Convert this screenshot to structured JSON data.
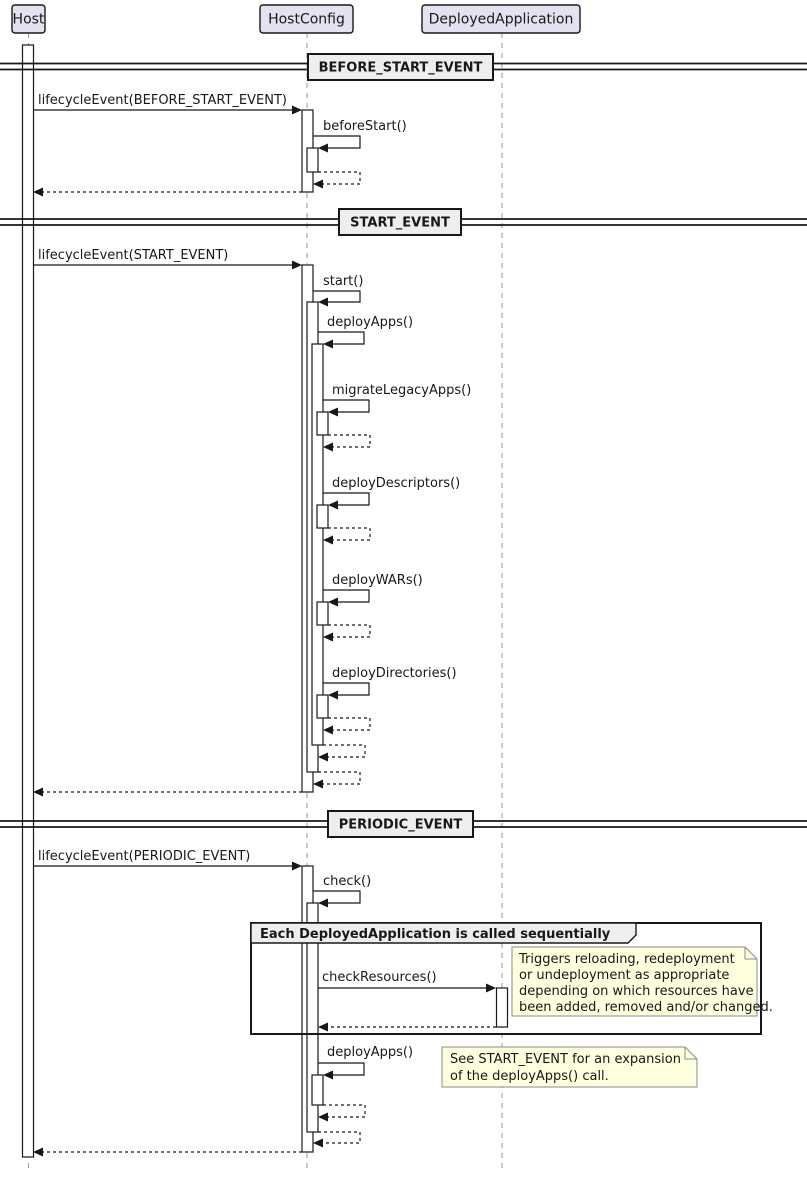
{
  "diagram": {
    "kind": "uml-sequence-diagram"
  },
  "participants": [
    {
      "name": "Host"
    },
    {
      "name": "HostConfig"
    },
    {
      "name": "DeployedApplication"
    }
  ],
  "dividers": [
    {
      "label": "BEFORE_START_EVENT"
    },
    {
      "label": "START_EVENT"
    },
    {
      "label": "PERIODIC_EVENT"
    }
  ],
  "messages": {
    "lifecycle_before": "lifecycleEvent(BEFORE_START_EVENT)",
    "before_start": "beforeStart()",
    "lifecycle_start": "lifecycleEvent(START_EVENT)",
    "start": "start()",
    "deploy_apps": "deployApps()",
    "migrate_legacy_apps": "migrateLegacyApps()",
    "deploy_descriptors": "deployDescriptors()",
    "deploy_wars": "deployWARs()",
    "deploy_directories": "deployDirectories()",
    "lifecycle_periodic": "lifecycleEvent(PERIODIC_EVENT)",
    "check": "check()",
    "check_resources": "checkResources()",
    "deploy_apps_periodic": "deployApps()"
  },
  "frame": {
    "title": "Each DeployedApplication is called sequentially"
  },
  "notes": {
    "check_resources_note": {
      "lines": [
        "Triggers reloading, redeployment",
        "or undeployment as appropriate",
        "depending on which resources have",
        "been added, removed and/or changed."
      ]
    },
    "deploy_apps_note": {
      "lines": [
        "See START_EVENT for an expansion",
        "of the deployApps() call."
      ]
    }
  },
  "colors": {
    "line": "#181818",
    "lifeline": "#999999",
    "participant_fill": "#E2E2F0",
    "divider_fill": "#EEEEEE",
    "frame_title_fill": "#EEEEEE",
    "note_fill": "#FEFFDD",
    "note_border": "#888888",
    "bg": "#FFFFFF"
  }
}
